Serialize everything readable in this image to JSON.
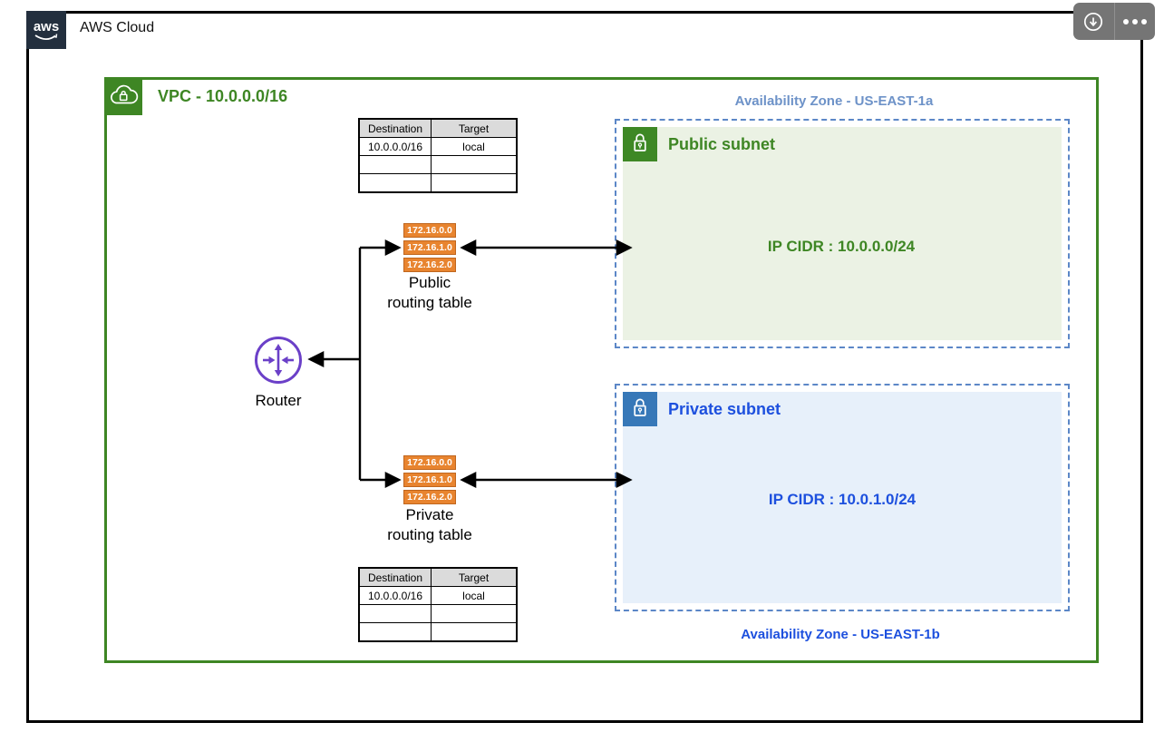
{
  "window": {
    "logo": "aws",
    "title": "AWS Cloud"
  },
  "toolbar": {
    "download_icon": "circle-down-arrow",
    "more_icon": "ellipsis-three-dots"
  },
  "vpc": {
    "label": "VPC - 10.0.0.0/16",
    "icon": "cloud-lock"
  },
  "zones": {
    "top": "Availability Zone - US-EAST-1a",
    "bottom": "Availability Zone - US-EAST-1b"
  },
  "subnets": {
    "public": {
      "title": "Public subnet",
      "cidr": "IP CIDR : 10.0.0.0/24",
      "icon": "padlock-open"
    },
    "private": {
      "title": "Private subnet",
      "cidr": "IP CIDR : 10.0.1.0/24",
      "icon": "padlock-open"
    }
  },
  "route_table": {
    "headers": [
      "Destination",
      "Target"
    ],
    "rows": [
      [
        "10.0.0.0/16",
        "local"
      ],
      [
        "",
        ""
      ],
      [
        "",
        ""
      ]
    ]
  },
  "routing_stacks": {
    "entries": [
      "172.16.0.0",
      "172.16.1.0",
      "172.16.2.0"
    ],
    "public_label": "Public\nrouting table",
    "private_label": "Private\nrouting table"
  },
  "router": {
    "label": "Router",
    "icon": "router-arrows"
  },
  "colors": {
    "vpc_green": "#3E8624",
    "subnet_public_fill": "#EBF2E4",
    "subnet_private_fill": "#E7F0FA",
    "private_blue": "#1D50DE",
    "az_top_blue": "#6D92C8",
    "dashed_border_blue": "#5C87C7",
    "route_box_orange": "#E8842F",
    "router_purple": "#6B40C8",
    "logo_navy": "#232F3E",
    "toolbar_gray": "#757575"
  }
}
